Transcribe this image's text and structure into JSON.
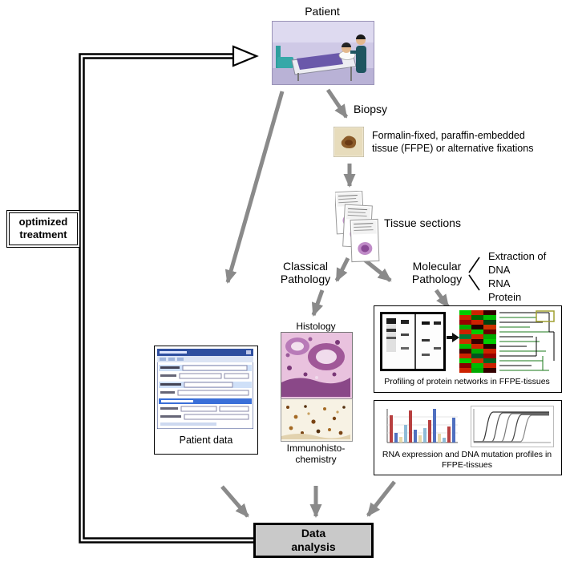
{
  "figure": {
    "patient": {
      "label": "Patient"
    },
    "biopsy": {
      "label": "Biopsy"
    },
    "ffpe": {
      "line1": "Formalin-fixed, paraffin-embedded",
      "line2": "tissue (FFPE) or alternative fixations"
    },
    "tissue_sections": {
      "label": "Tissue sections"
    },
    "classical_pathology": {
      "line1": "Classical",
      "line2": "Pathology"
    },
    "molecular_pathology": {
      "line1": "Molecular",
      "line2": "Pathology"
    },
    "extraction": {
      "title": "Extraction of",
      "items": [
        "DNA",
        "RNA",
        "Protein"
      ]
    },
    "optimized_treatment": {
      "line1": "optimized",
      "line2": "treatment"
    },
    "patient_data": {
      "label": "Patient data"
    },
    "histology": {
      "label": "Histology"
    },
    "immunohistochemistry": {
      "line1": "Immunohisto-",
      "line2": "chemistry"
    },
    "protein_profiling": {
      "caption": "Profiling of protein networks in FFPE-tissues"
    },
    "expression_profiles": {
      "caption_line1": "RNA expression and DNA mutation profiles in",
      "caption_line2": "FFPE-tissues"
    },
    "data_analysis": {
      "line1": "Data",
      "line2": "analysis"
    },
    "colors": {
      "arrow_gray": "#8a8a8a",
      "feedback_arrow": "#000000",
      "data_analysis_fill": "#c9c9c9",
      "heatmap_red": "#cc2200",
      "heatmap_green": "#11aa11"
    }
  }
}
